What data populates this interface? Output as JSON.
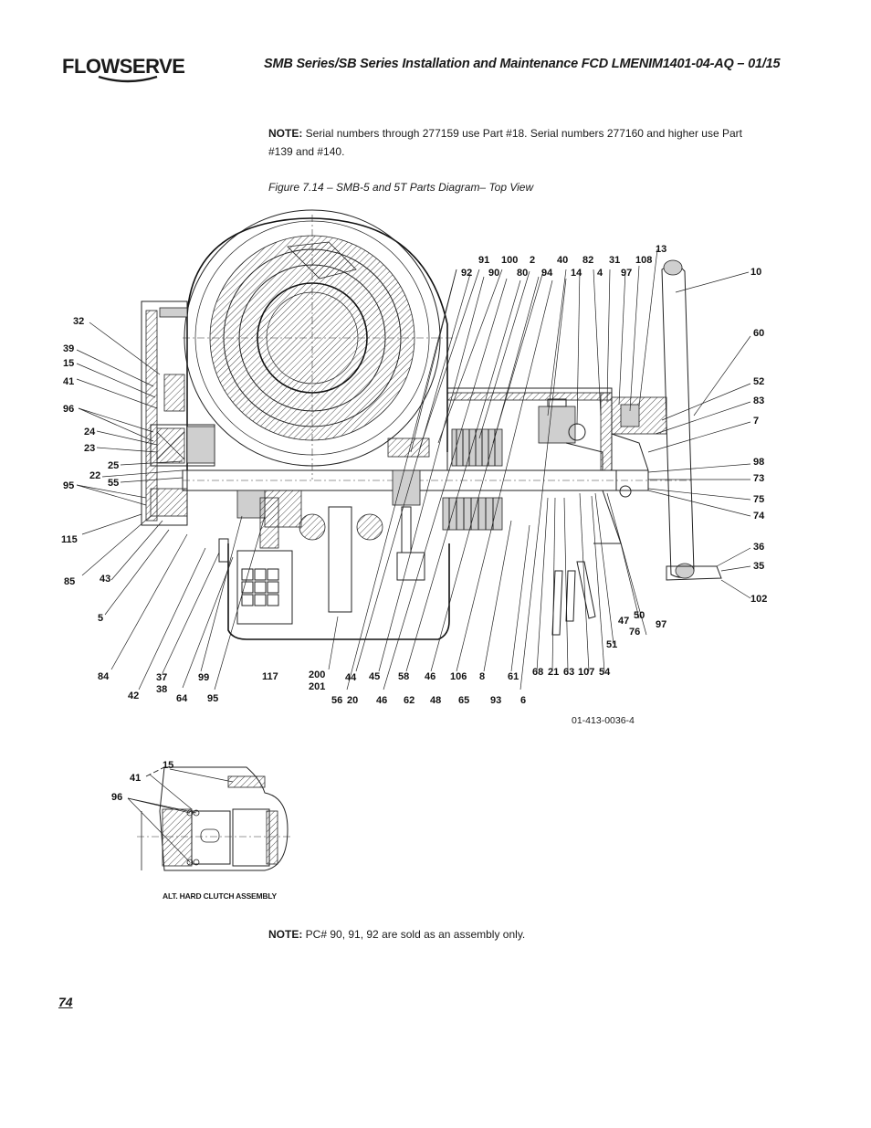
{
  "header": {
    "brand": "FLOWSERVE",
    "title": "SMB Series/SB Series Installation and Maintenance    FCD LMENIM1401-04-AQ – 01/15",
    "brand_color": "#1a1a1a"
  },
  "note_top": {
    "label": "NOTE:",
    "text": " Serial numbers through 277159 use Part #18. Serial numbers 277160 and higher use Part #139 and #140."
  },
  "figure": {
    "caption": "Figure 7.14 – SMB-5 and 5T Parts Diagram– Top View",
    "drawing_number": "01-413-0036-4",
    "labels": {
      "l32": "32",
      "l39": "39",
      "l15": "15",
      "l41": "41",
      "l96": "96",
      "l24": "24",
      "l23": "23",
      "l25": "25",
      "l22": "22",
      "l55": "55",
      "l95": "95",
      "l115": "115",
      "l85": "85",
      "l43": "43",
      "l5": "5",
      "l84": "84",
      "l42": "42",
      "l37": "37",
      "l38": "38",
      "l64": "64",
      "l99": "99",
      "l95b": "95",
      "l117": "117",
      "l200": "200",
      "l201": "201",
      "l56": "56",
      "l20": "20",
      "l44": "44",
      "l45": "45",
      "l46a": "46",
      "l58": "58",
      "l62": "62",
      "l46b": "46",
      "l48": "48",
      "l106": "106",
      "l65": "65",
      "l8": "8",
      "l93": "93",
      "l61": "61",
      "l6": "6",
      "l68": "68",
      "l21": "21",
      "l63": "63",
      "l107": "107",
      "l54": "54",
      "l51": "51",
      "l47": "47",
      "l76": "76",
      "l50": "50",
      "l97b": "97",
      "l91": "91",
      "l92": "92",
      "l100": "100",
      "l90": "90",
      "l2": "2",
      "l80": "80",
      "l94": "94",
      "l40": "40",
      "l14": "14",
      "l82": "82",
      "l4": "4",
      "l31": "31",
      "l97a": "97",
      "l108": "108",
      "l13": "13",
      "l10": "10",
      "l60": "60",
      "l52": "52",
      "l83": "83",
      "l7": "7",
      "l98": "98",
      "l73": "73",
      "l75": "75",
      "l74": "74",
      "l36": "36",
      "l35": "35",
      "l102": "102"
    }
  },
  "inset": {
    "caption": "ALT. HARD CLUTCH ASSEMBLY",
    "labels": {
      "l15": "15",
      "l41": "41",
      "l96": "96"
    }
  },
  "note_bottom": {
    "label": "NOTE:",
    "text": " PC# 90, 91, 92 are sold as an assembly only."
  },
  "page_number": "74"
}
